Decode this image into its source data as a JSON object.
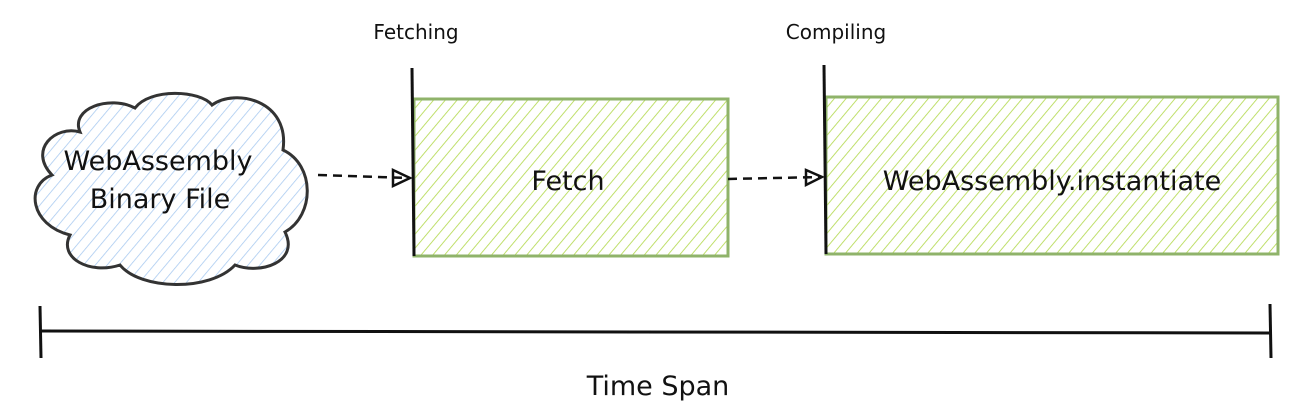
{
  "nodes": {
    "source": {
      "label_line1": "WebAssembly",
      "label_line2": "Binary File",
      "fill": "#a5c8f0",
      "stroke": "#333333"
    },
    "fetch": {
      "label": "Fetch",
      "stage_label": "Fetching",
      "fill": "#b9dc5c",
      "stroke": "#8fb36a"
    },
    "compile": {
      "label": "WebAssembly.instantiate",
      "stage_label": "Compiling",
      "fill": "#b9dc5c",
      "stroke": "#8fb36a"
    }
  },
  "timeline": {
    "label": "Time Span"
  }
}
